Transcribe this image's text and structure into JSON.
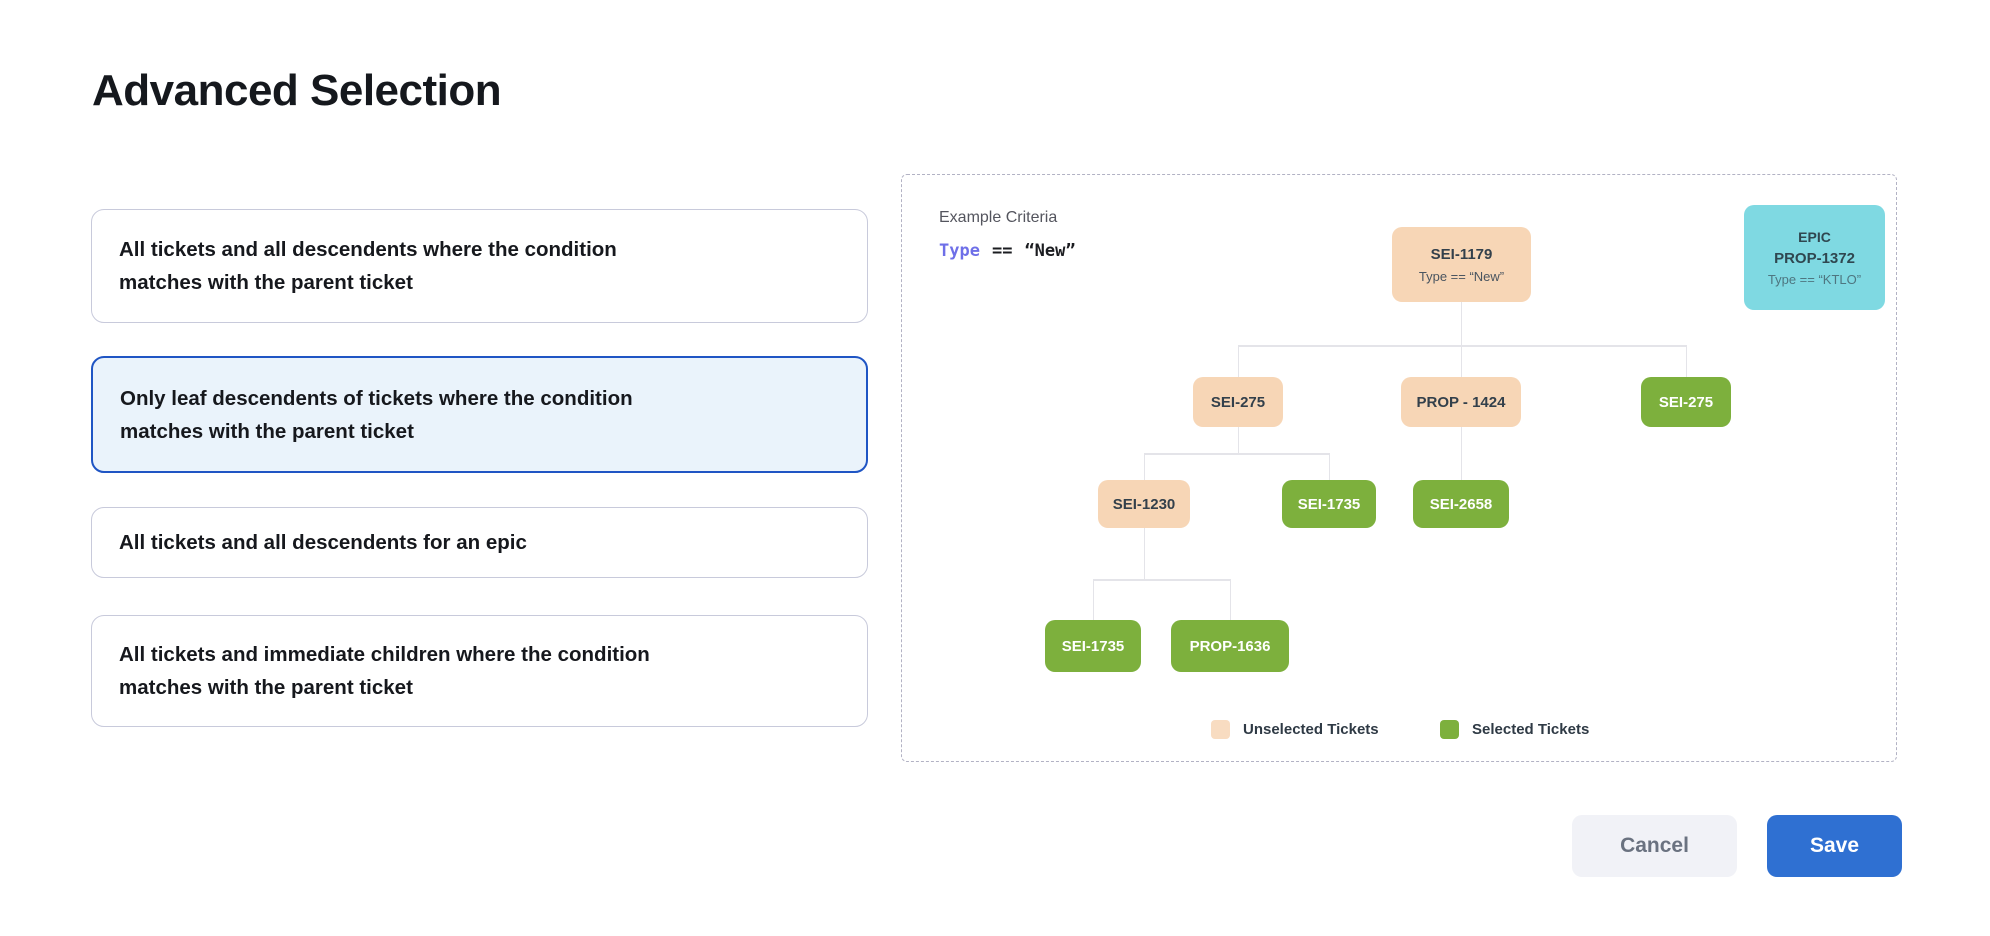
{
  "title": "Advanced Selection",
  "options": [
    {
      "lines": [
        "All tickets and all descendents where the condition",
        "matches with the parent ticket"
      ],
      "selected": false
    },
    {
      "lines": [
        "Only leaf descendents of tickets where the condition",
        "matches with the parent ticket"
      ],
      "selected": true
    },
    {
      "lines": [
        "All tickets and all descendents for an epic"
      ],
      "selected": false
    },
    {
      "lines": [
        "All tickets and immediate children where the condition",
        "matches with the parent ticket"
      ],
      "selected": false
    }
  ],
  "example": {
    "heading": "Example Criteria",
    "criteria": {
      "field": "Type",
      "operator": "==",
      "value": "“New”"
    },
    "epic_card": {
      "kind": "EPIC",
      "id": "PROP-1372",
      "condition": "Type == “KTLO”"
    },
    "tree": {
      "root": {
        "id": "SEI-1179",
        "condition": "Type == “New”",
        "state": "unselected"
      },
      "l2_left": {
        "id": "SEI-275",
        "state": "unselected"
      },
      "l2_mid": {
        "id": "PROP - 1424",
        "state": "unselected"
      },
      "l2_right": {
        "id": "SEI-275",
        "state": "selected"
      },
      "l3_left": {
        "id": "SEI-1230",
        "state": "unselected"
      },
      "l3_mid": {
        "id": "SEI-1735",
        "state": "selected"
      },
      "l3_right": {
        "id": "SEI-2658",
        "state": "selected"
      },
      "l4_left": {
        "id": "SEI-1735",
        "state": "selected"
      },
      "l4_right": {
        "id": "PROP-1636",
        "state": "selected"
      }
    },
    "legend": [
      {
        "label": "Unselected Tickets",
        "color": "#F7D6B6"
      },
      {
        "label": "Selected Tickets",
        "color": "#7DB03D"
      }
    ]
  },
  "actions": {
    "cancel_label": "Cancel",
    "save_label": "Save"
  },
  "colors": {
    "accent_blue": "#2F70D2",
    "selected_card_border": "#1F55C4",
    "selected_card_bg": "#EAF3FB",
    "unselected_ticket": "#F7D6B6",
    "selected_ticket": "#7DB03D",
    "epic_ticket": "#7FD9E2",
    "criteria_field": "#6E6FE8"
  }
}
